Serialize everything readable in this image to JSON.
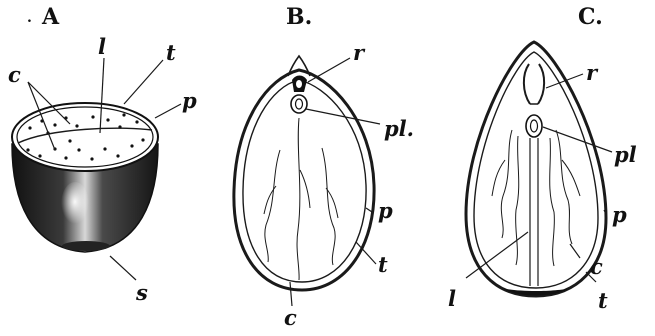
{
  "figure": {
    "panels": [
      {
        "id": "A",
        "label": "A",
        "labels": {
          "c": "c",
          "l": "l",
          "t": "t",
          "p": "p",
          "s": "s"
        }
      },
      {
        "id": "B",
        "label": "B.",
        "labels": {
          "r": "r",
          "pl": "pl.",
          "p": "p",
          "t": "t",
          "c": "c"
        }
      },
      {
        "id": "C",
        "label": "C.",
        "labels": {
          "r": "r",
          "pl": "pl",
          "p": "p",
          "c": "c",
          "t": "t",
          "l": "l"
        }
      }
    ]
  },
  "colors": {
    "ink": "#1a1a1a",
    "paper": "#ffffff"
  }
}
